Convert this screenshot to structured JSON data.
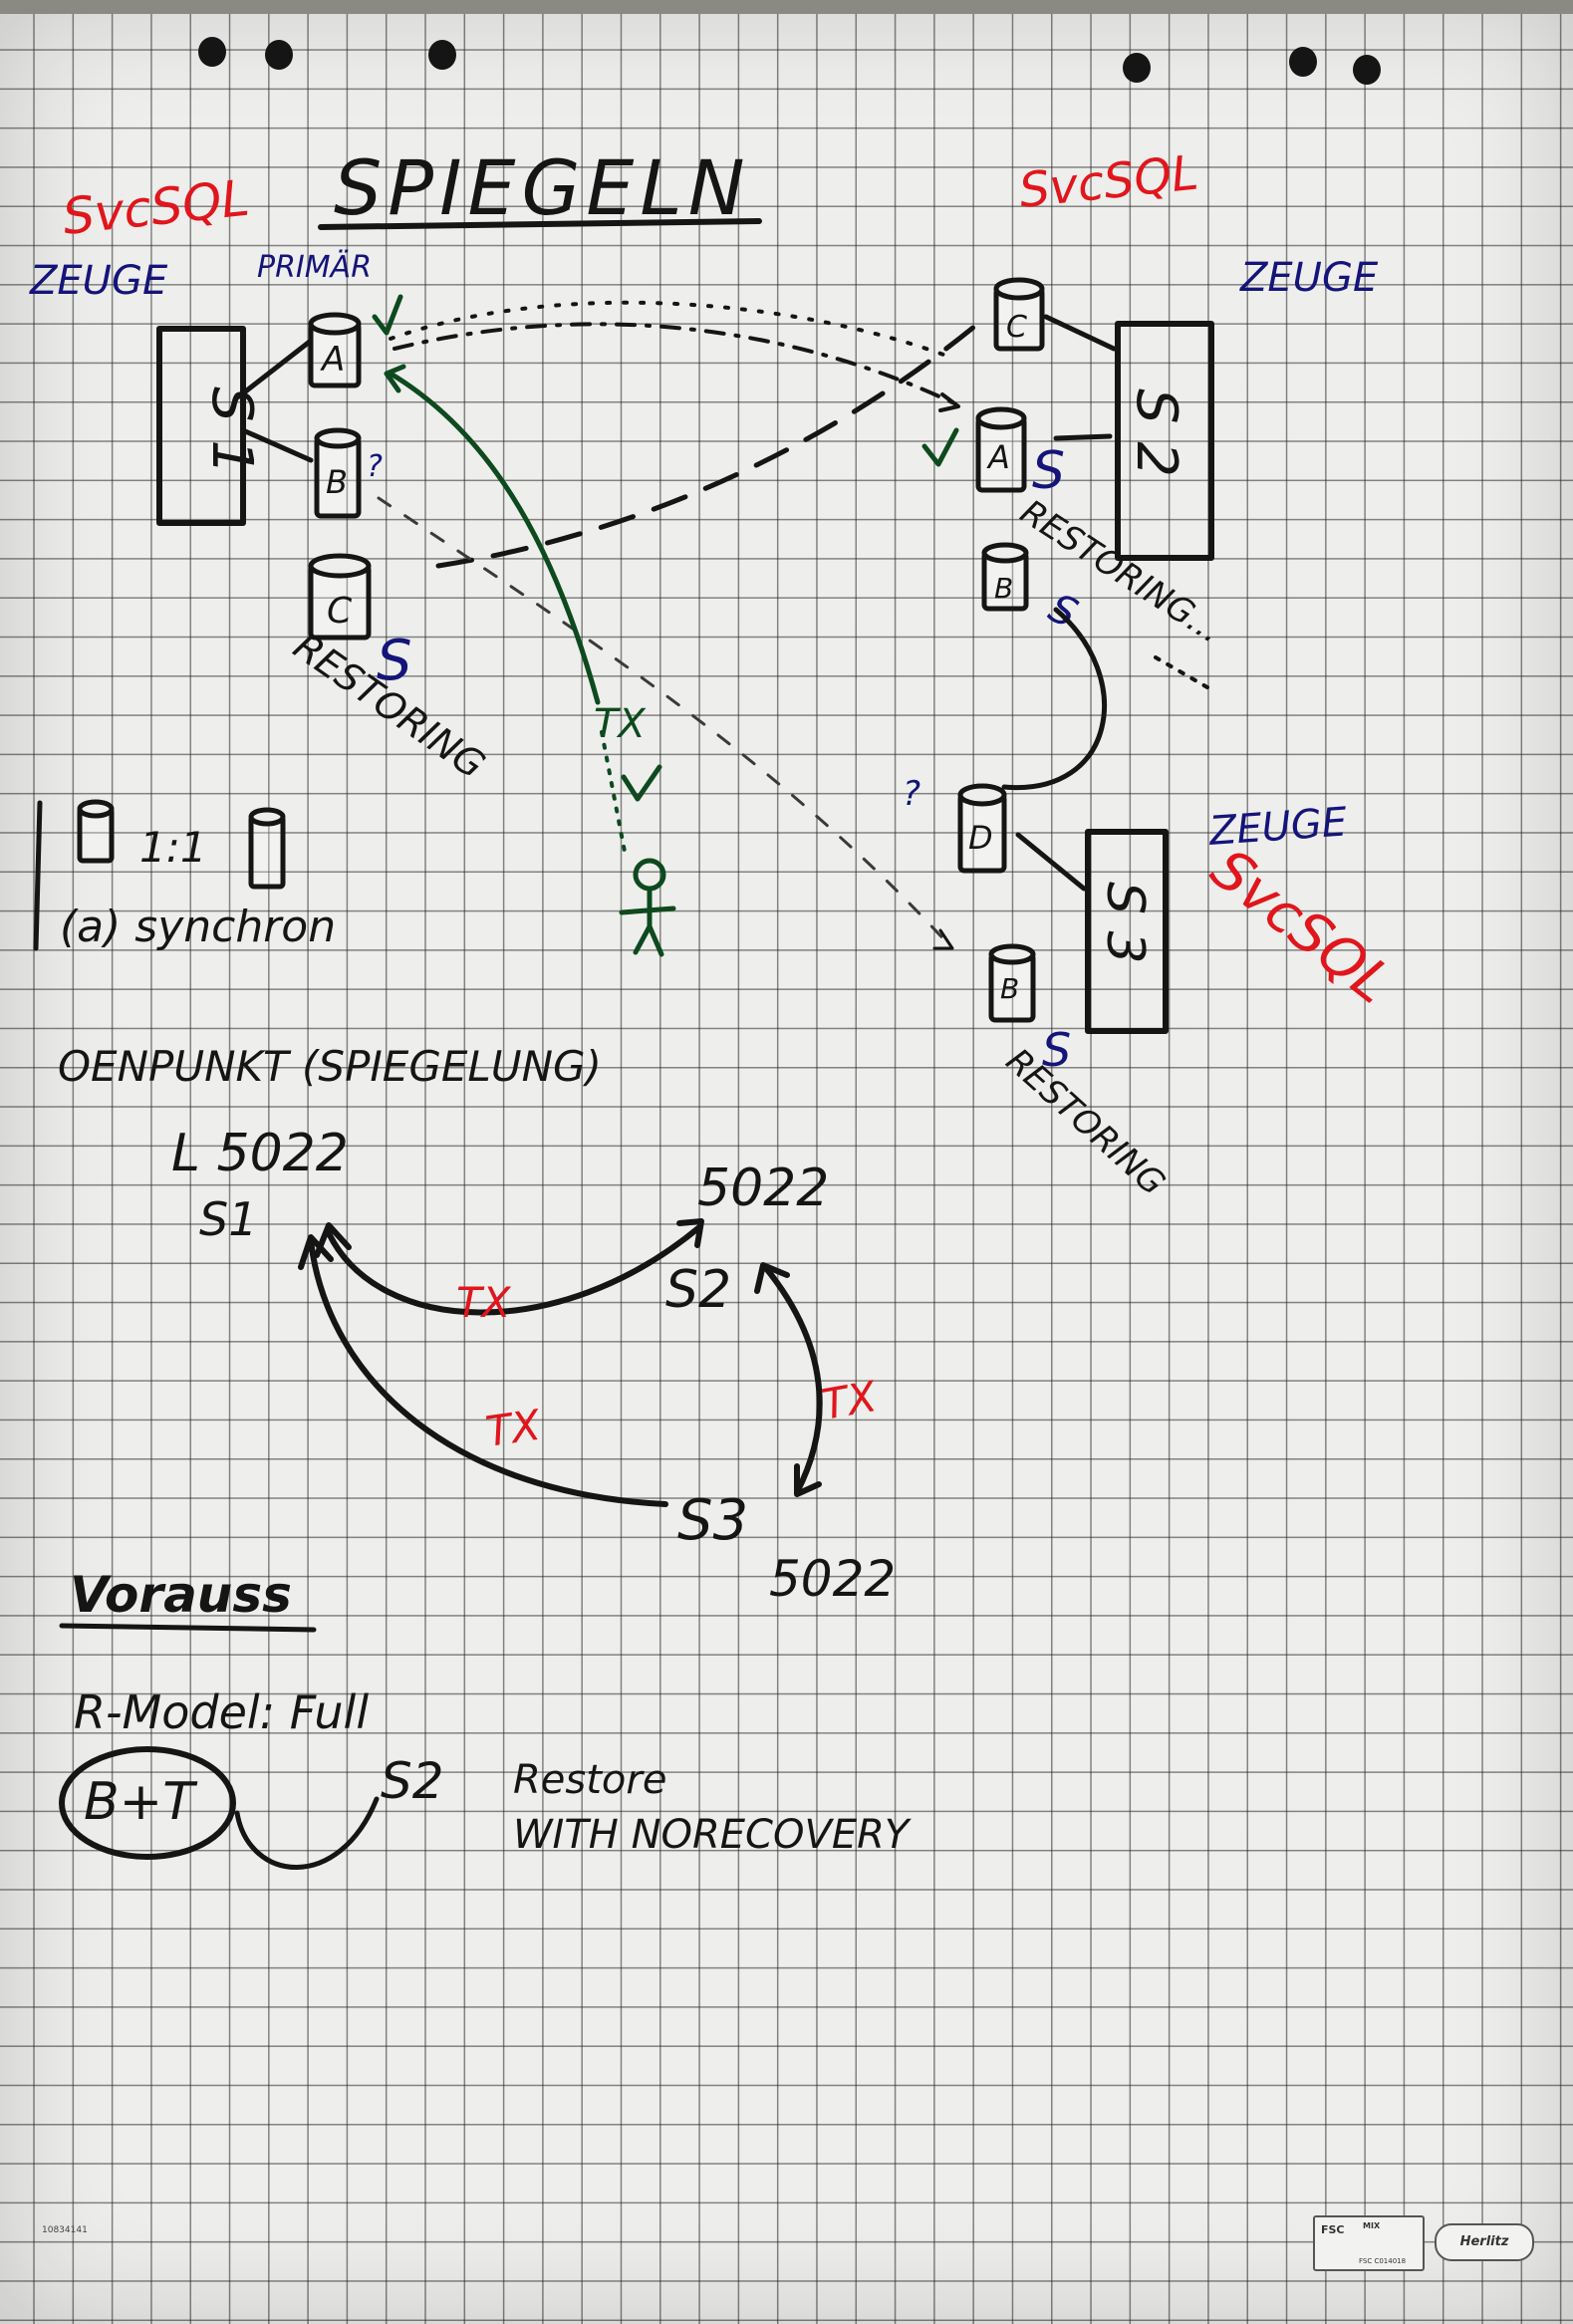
{
  "title": "SPIEGELN",
  "servers": {
    "s1": {
      "label": "S 1",
      "svc": "SvcSQL",
      "role": "ZEUGE",
      "primary": "PRIMÄR",
      "restoring": "RESTORING",
      "s_mark": "S",
      "q_mark": "?"
    },
    "s2": {
      "label": "S 2",
      "svc": "SvcSQL",
      "role": "ZEUGE",
      "restoring": "RESTORING...",
      "s_mark": "S"
    },
    "s3": {
      "label": "S 3",
      "svc": "SvcSQL",
      "role": "ZEUGE",
      "restoring": "RESTORING",
      "s_mark": "S",
      "q_mark": "?"
    }
  },
  "databases": {
    "a": "A",
    "b": "B",
    "c": "C",
    "d": "D"
  },
  "client": {
    "tx": "TX",
    "check": "✓"
  },
  "legend": {
    "ratio": "1:1",
    "sync": "(a) synchron"
  },
  "endpoint": {
    "title": "OENPUNKT (SPIEGELUNG)",
    "s1_port": "L 5022",
    "s1": "S1",
    "s2_port": "5022",
    "s2": "S2",
    "s3": "S3",
    "s3_port": "5022",
    "tx": "TX"
  },
  "voraussetzungen": {
    "heading": "Vorauss",
    "rmodel": "R-Model: Full",
    "backup": "B+T",
    "target": "S2",
    "restore": "Restore",
    "norecovery": "WITH NORECOVERY"
  },
  "footer": {
    "article": "10834141",
    "fsc": "FSC",
    "mix": "MIX",
    "fsc_code": "FSC C014018",
    "brand": "Herlitz"
  },
  "colors": {
    "ink": "#151515",
    "red": "#e0161c",
    "blue": "#14147a",
    "green": "#0d4a1e"
  }
}
